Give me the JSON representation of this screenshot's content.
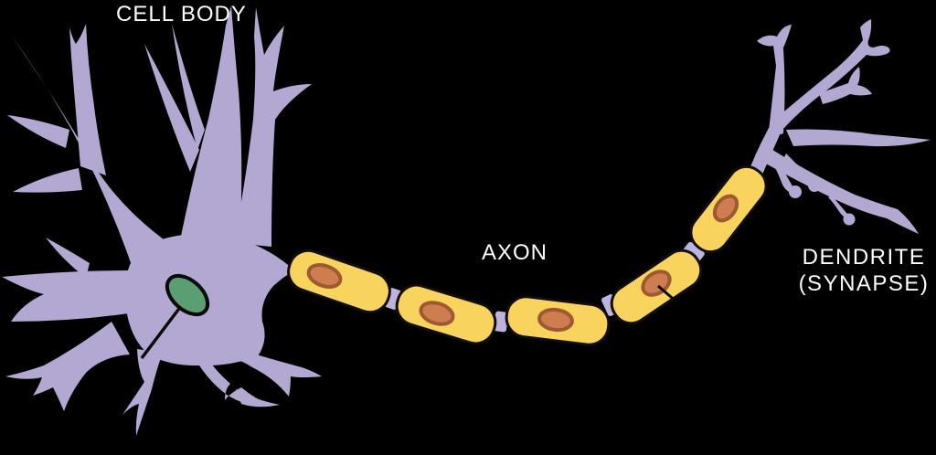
{
  "labels": {
    "cell_body": "CELL BODY",
    "axon": "AXON",
    "dendrite_synapse_line1": "DENDRITE",
    "dendrite_synapse_line2": "(SYNAPSE)"
  },
  "palette": {
    "background": "#000000",
    "neuron_body": "#b3a8d2",
    "node_connector": "#bdb3dc",
    "myelin_fill": "#f8d45f",
    "myelin_outline": "#120d07",
    "soma_nucleus_fill": "#5c9e74",
    "soma_nucleus_outline": "#0a0a0a",
    "schwann_nucleus_fill": "#cd7d50",
    "schwann_nucleus_outline": "#9d5a30",
    "pointer_line": "#0a0a0a",
    "label_text": "#ffffff"
  }
}
